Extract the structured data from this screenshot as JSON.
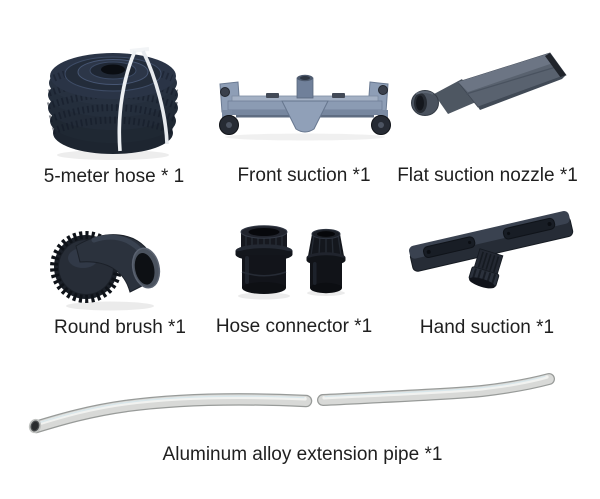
{
  "page": {
    "background": "#ffffff",
    "text_color": "#1f1f1f"
  },
  "items": [
    {
      "id": "five-meter-hose",
      "label": "5-meter hose * 1",
      "image": "coiled-corrugated-hose-photo",
      "primary_color": "#273140"
    },
    {
      "id": "front-suction",
      "label": "Front suction *1",
      "image": "front-suction-floor-head-photo",
      "primary_color": "#8d9db5"
    },
    {
      "id": "flat-suction-nozzle",
      "label": "Flat suction nozzle *1",
      "image": "flat-crevice-nozzle-photo",
      "primary_color": "#59626f"
    },
    {
      "id": "round-brush",
      "label": "Round brush *1",
      "image": "round-dusting-brush-photo",
      "primary_color": "#272d37"
    },
    {
      "id": "hose-connector",
      "label": "Hose connector *1",
      "image": "two-hose-connectors-photo",
      "primary_color": "#15171d"
    },
    {
      "id": "hand-suction",
      "label": "Hand suction *1",
      "image": "hand-suction-nozzle-photo",
      "primary_color": "#2b313c"
    },
    {
      "id": "aluminum-extension-pipe",
      "label": "Aluminum alloy extension pipe *1",
      "image": "aluminum-extension-pipe-photo",
      "primary_color": "#d6d7d5"
    }
  ]
}
